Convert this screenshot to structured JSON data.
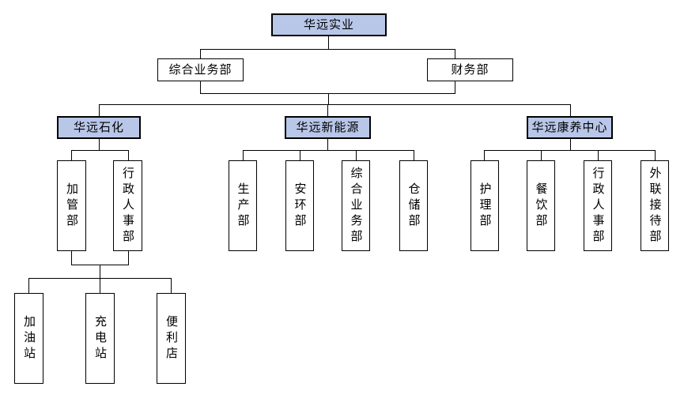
{
  "chart": {
    "type": "org-chart",
    "root": {
      "label": "华远实业"
    },
    "staff_departments": [
      {
        "label": "综合业务部"
      },
      {
        "label": "财务部"
      }
    ],
    "branches": [
      {
        "label": "华远石化",
        "departments": [
          {
            "label": "加管部"
          },
          {
            "label": "行政人事部"
          }
        ]
      },
      {
        "label": "华远新能源",
        "departments": [
          {
            "label": "生产部"
          },
          {
            "label": "安环部"
          },
          {
            "label": "综合业务部"
          },
          {
            "label": "仓储部"
          }
        ]
      },
      {
        "label": "华远康养中心",
        "departments": [
          {
            "label": "护理部"
          },
          {
            "label": "餐饮部"
          },
          {
            "label": "行政人事部"
          },
          {
            "label": "外联接待部"
          }
        ]
      }
    ],
    "petrochem_sub_units": [
      {
        "label": "加油站"
      },
      {
        "label": "充电站"
      },
      {
        "label": "便利店"
      }
    ],
    "colors": {
      "node_fill_accent": "#b8c6e8",
      "node_fill_plain": "#ffffff",
      "node_border": "#000000",
      "connector": "#000000",
      "background": "#ffffff",
      "text": "#000000"
    }
  }
}
